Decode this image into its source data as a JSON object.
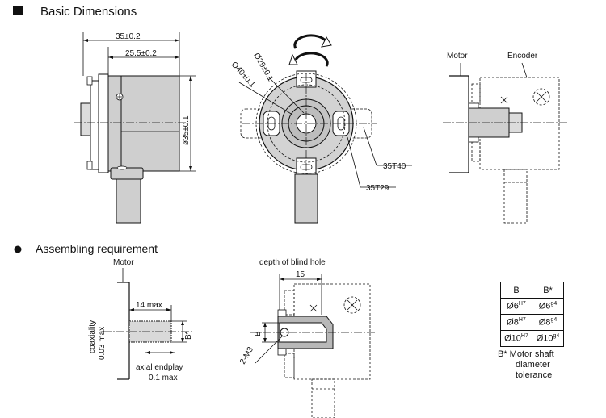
{
  "headings": {
    "basic_dimensions": "Basic Dimensions",
    "assembling_requirement": "Assembling requirement"
  },
  "side_view": {
    "dim_overall_length": "35±0.2",
    "dim_body_length": "25.5±0.2",
    "dim_diameter": "ø35±0.1"
  },
  "front_view": {
    "dim_d29": "Ø29±0.1",
    "dim_d40": "Ø40±0.1",
    "callout_35t40": "35T40",
    "callout_35t29": "35T29"
  },
  "install_view": {
    "label_motor": "Motor",
    "label_encoder": "Encoder"
  },
  "assembly": {
    "label_motor": "Motor",
    "dim_14max": "14 max",
    "dim_bstar": "B*",
    "coaxiality_line1": "coaxiality",
    "coaxiality_line2": "0.03 max",
    "endplay_line1": "axial endplay",
    "endplay_line2": "0.1 max",
    "blind_hole_label": "depth of blind hole",
    "dim_15": "15",
    "dim_b": "B",
    "dim_2m3": "2-M3"
  },
  "tolerance_table": {
    "headers": [
      "B",
      "B*"
    ],
    "rows": [
      {
        "b_base": "Ø6",
        "b_sup": "H7",
        "bs_base": "Ø6",
        "bs_sup": "g4"
      },
      {
        "b_base": "Ø8",
        "b_sup": "H7",
        "bs_base": "Ø8",
        "bs_sup": "g4"
      },
      {
        "b_base": "Ø10",
        "b_sup": "H7",
        "bs_base": "Ø10",
        "bs_sup": "g4"
      }
    ],
    "note_line1": "B*  Motor shaft",
    "note_line2": "diameter",
    "note_line3": "tolerance"
  }
}
